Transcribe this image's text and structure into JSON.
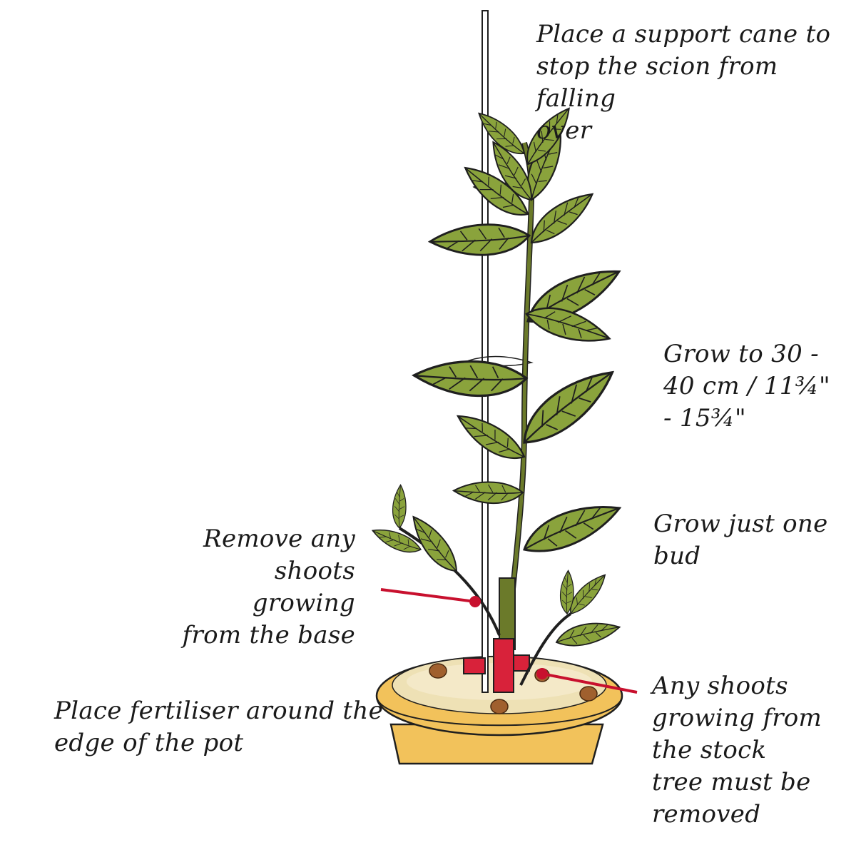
{
  "annotations": {
    "cane": "Place a support cane to\nstop the scion from falling\nover",
    "grow_height": "Grow to 30 -\n40 cm / 11¾\"\n- 15¾\"",
    "one_bud": "Grow just one\nbud",
    "base_shoots": "Remove any\nshoots growing\nfrom the base",
    "fertiliser": "Place fertiliser around the\nedge of the pot",
    "stock_shoots": "Any shoots\ngrowing from\nthe stock\ntree must be\nremoved"
  },
  "colors": {
    "leaf": "#8aa33c",
    "leaf_outline": "#1f1f1f",
    "pot": "#f2c25b",
    "soil": "#eee1b5",
    "stem": "#6b7a2a",
    "graft": "#d8223a",
    "pointer": "#c8102e",
    "fertiliser": "#a0602e"
  },
  "icons": [
    "support-cane",
    "plant-leaves",
    "plant-pot",
    "graft-union",
    "fertiliser-pellets",
    "pointer-lines"
  ]
}
